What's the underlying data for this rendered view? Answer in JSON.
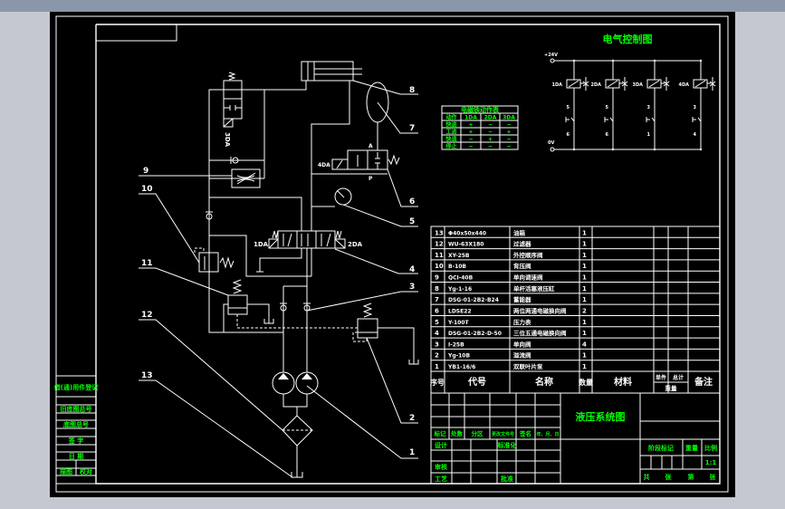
{
  "colors": {
    "line": "#ffffff",
    "text_green": "#00ff00",
    "canvas": "#000000"
  },
  "callouts": [
    "1",
    "2",
    "3",
    "4",
    "5",
    "6",
    "7",
    "8",
    "9",
    "10",
    "11",
    "12",
    "13"
  ],
  "schematic": {
    "valve_3": "3DA",
    "valve_4": "4DA",
    "port_a": "A",
    "port_p": "P",
    "sol_1": "1DA",
    "sol_2": "2DA"
  },
  "solenoid_table": {
    "title": "电磁铁动作表",
    "headers": [
      "动作",
      "1DA",
      "2DA",
      "3DA"
    ],
    "rows": [
      [
        "快进",
        "+",
        "−",
        "−"
      ],
      [
        "工进",
        "+",
        "−",
        "+"
      ],
      [
        "快退",
        "−",
        "+",
        "−"
      ],
      [
        "停止",
        "−",
        "−",
        "−"
      ]
    ]
  },
  "electrical": {
    "title": "电气控制图",
    "supply": "+24V",
    "ground": "0V",
    "coils": [
      "1DA",
      "2DA",
      "3DA",
      "4DA"
    ],
    "contacts_top": [
      "5",
      "5",
      "3",
      "3"
    ],
    "contacts_bottom": [
      "6",
      "6",
      "1",
      "4"
    ]
  },
  "parts_list": {
    "rows": [
      [
        "13",
        "Φ40x50x440",
        "油箱",
        "1"
      ],
      [
        "12",
        "WU-63X180",
        "过滤器",
        "1"
      ],
      [
        "11",
        "XY-25B",
        "外控顺序阀",
        "1"
      ],
      [
        "10",
        "B-10B",
        "背压阀",
        "1"
      ],
      [
        "9",
        "QCI-40B",
        "单向调速阀",
        "1"
      ],
      [
        "8",
        "Yg-1-16",
        "单杆活塞液压缸",
        "1"
      ],
      [
        "7",
        "DSG-01-2B2-B24",
        "蓄能器",
        "1"
      ],
      [
        "6",
        "LDSE22",
        "两位两通电磁换向阀",
        "2"
      ],
      [
        "5",
        "Y-100T",
        "压力表",
        "1"
      ],
      [
        "4",
        "DSG-01-2B2-D-50",
        "三位五通电磁换向阀",
        "1"
      ],
      [
        "3",
        "I-25B",
        "单向阀",
        "4"
      ],
      [
        "2",
        "Yg-10B",
        "溢流阀",
        "1"
      ],
      [
        "1",
        "YB1-16/6",
        "双联叶片泵",
        "1"
      ]
    ],
    "headers": {
      "no": "序号",
      "code": "代号",
      "name": "名称",
      "qty": "数量",
      "material": "材料",
      "unit": "单件",
      "total": "总计",
      "weight": "重量",
      "remark": "备注"
    }
  },
  "title_block": {
    "drawing_title": "液压系统图",
    "rev_headers": [
      "标记",
      "处数",
      "分区",
      "更改文件号",
      "签名",
      "年、月、日"
    ],
    "design": "设计",
    "standard": "标准化",
    "review": "审核",
    "process": "工艺",
    "approve": "批准",
    "stage_mark": "阶段标记",
    "weight": "重量",
    "scale_label": "比例",
    "scale": "1:1",
    "sheet": [
      "共",
      "张",
      "第",
      "张"
    ]
  },
  "left_strip": {
    "borrow": "借(通)用件登记",
    "old_base": "旧底图总号",
    "base": "底图总号",
    "sign": "签 字",
    "date": "日 期",
    "trace": "描图",
    "check": "校对"
  }
}
